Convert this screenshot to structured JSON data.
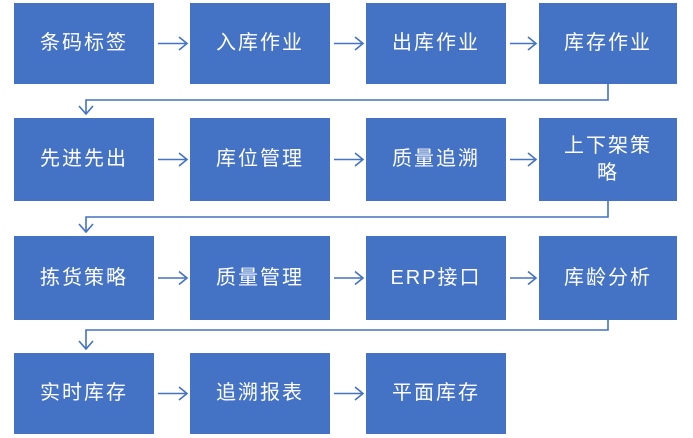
{
  "flow": {
    "rows": [
      [
        "条码标签",
        "入库作业",
        "出库作业",
        "库存作业"
      ],
      [
        "先进先出",
        "库位管理",
        "质量追溯",
        "上下架策略"
      ],
      [
        "拣货策略",
        "质量管理",
        "ERP接口",
        "库龄分析"
      ],
      [
        "实时库存",
        "追溯报表",
        "平面库存"
      ]
    ]
  },
  "colors": {
    "box_fill": "#4472C4",
    "box_text": "#FFFFFF",
    "arrow": "#4472C4",
    "background": "#FFFFFF"
  }
}
